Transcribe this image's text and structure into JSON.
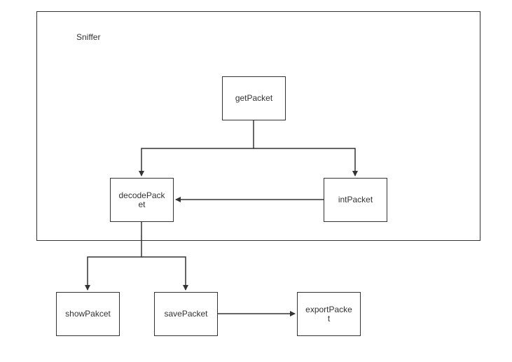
{
  "container": {
    "label": "Sniffer"
  },
  "nodes": {
    "get_packet": "getPacket",
    "decode_packet": "decodePacket",
    "int_packet": "intPacket",
    "show_packet": "showPakcet",
    "save_packet": "savePacket",
    "export_packet": "exportPacket"
  },
  "colors": {
    "stroke": "#333333",
    "background": "#ffffff"
  }
}
